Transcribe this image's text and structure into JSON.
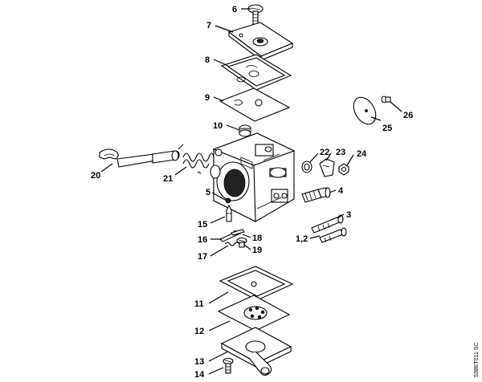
{
  "labels": {
    "p1_2": "1,2",
    "p3": "3",
    "p4": "4",
    "p5": "5",
    "p6": "6",
    "p7": "7",
    "p8": "8",
    "p9": "9",
    "p10": "10",
    "p11": "11",
    "p12": "12",
    "p13": "13",
    "p14": "14",
    "p15": "15",
    "p16": "16",
    "p17": "17",
    "p18": "18",
    "p19": "19",
    "p20": "20",
    "p21": "21",
    "p22": "22",
    "p23": "23",
    "p24": "24",
    "p25": "25",
    "p26": "26"
  },
  "drawing_code": "538ET011 SC"
}
